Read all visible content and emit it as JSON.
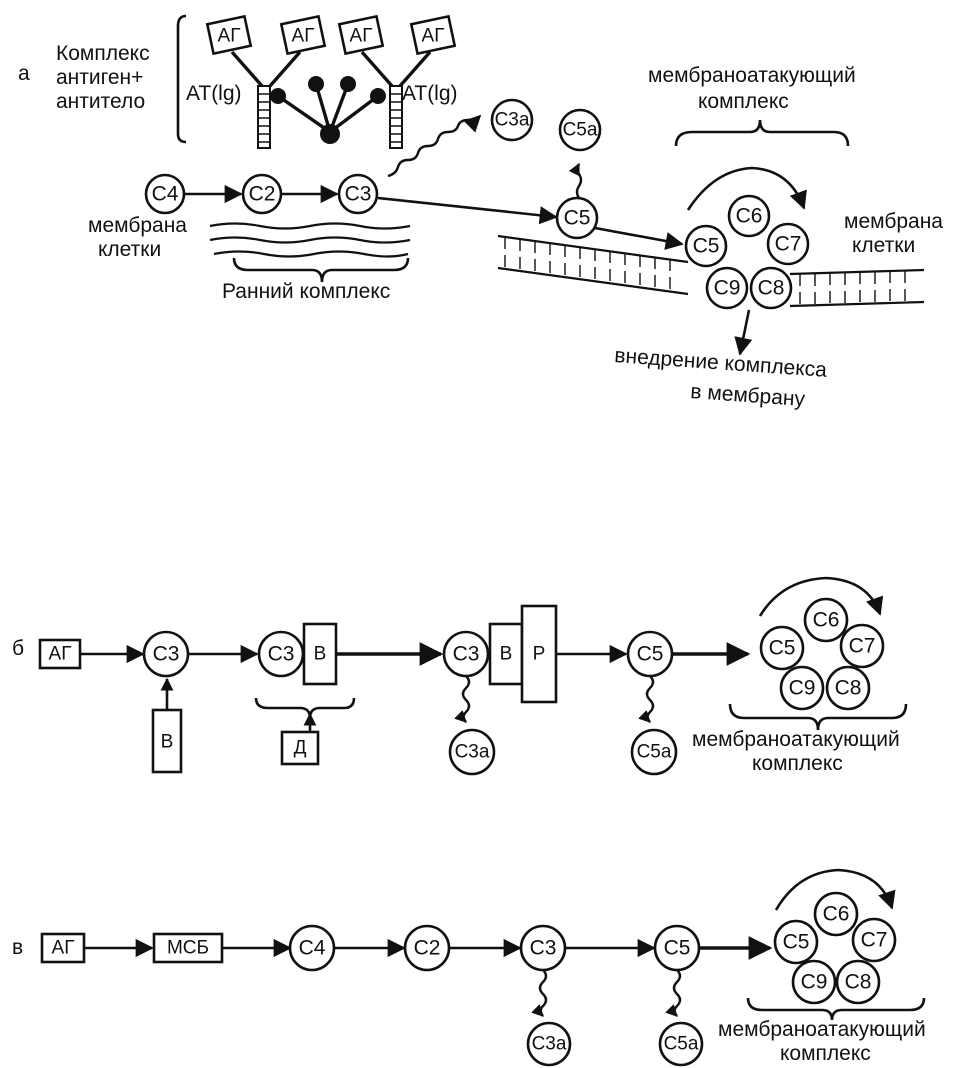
{
  "panel_a": {
    "letter": "а",
    "complex_label_1": "Комплекс",
    "complex_label_2": "антиген+",
    "complex_label_3": "антитело",
    "antigen": "АГ",
    "antibody": "АТ(lg)",
    "nodes": {
      "c4": "C4",
      "c2": "C2",
      "c3": "C3",
      "c3a": "C3a",
      "c5": "C5",
      "c5a": "C5a"
    },
    "membrane_left_1": "мембрана",
    "membrane_left_2": "клетки",
    "early_complex": "Ранний комплекс",
    "mac_title_1": "мембраноатакующий",
    "mac_title_2": "комплекс",
    "membrane_right_1": "мембрана",
    "membrane_right_2": "клетки",
    "mac_nodes": {
      "c5": "C5",
      "c6": "C6",
      "c7": "C7",
      "c8": "C8",
      "c9": "C9"
    },
    "insertion_1": "внедрение комплекса",
    "insertion_2": "в мембрану"
  },
  "panel_b": {
    "letter": "б",
    "antigen": "АГ",
    "c3": "C3",
    "factor_b": "B",
    "factor_d": "Д",
    "factor_p": "P",
    "c3a": "C3a",
    "c5": "C5",
    "c5a": "C5a",
    "mac_nodes": {
      "c5": "C5",
      "c6": "C6",
      "c7": "C7",
      "c8": "C8",
      "c9": "C9"
    },
    "mac_label_1": "мембраноатакующий",
    "mac_label_2": "комплекс"
  },
  "panel_c": {
    "letter": "в",
    "antigen": "АГ",
    "msb": "МСБ",
    "c4": "C4",
    "c2": "C2",
    "c3": "C3",
    "c5": "C5",
    "c3a": "C3a",
    "c5a": "C5a",
    "mac_nodes": {
      "c5": "C5",
      "c6": "C6",
      "c7": "C7",
      "c8": "C8",
      "c9": "C9"
    },
    "mac_label_1": "мембраноатакующий",
    "mac_label_2": "комплекс"
  }
}
